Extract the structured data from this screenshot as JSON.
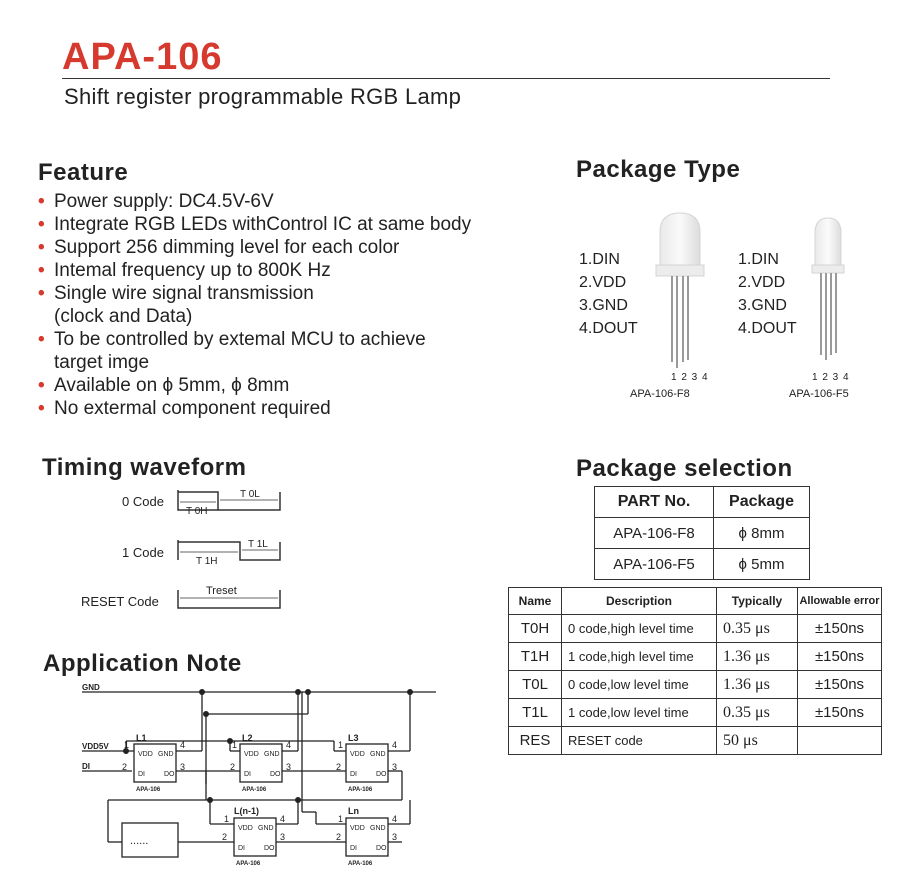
{
  "header": {
    "title": "APA-106",
    "subtitle": "Shift register programmable RGB Lamp"
  },
  "feature": {
    "heading": "Feature",
    "bullet": "•",
    "items": [
      "Power supply: DC4.5V-6V",
      "Integrate RGB LEDs withControl IC at same body",
      "Support 256 dimming level for each color",
      "Intemal frequency up to 800K Hz",
      "Single wire signal transmission",
      "(clock and Data)",
      "To be controlled by extemal MCU to achieve",
      "target imge",
      "Available on ϕ 5mm, ϕ 8mm",
      "No extermal component required"
    ]
  },
  "package_type": {
    "heading": "Package Type",
    "f8": {
      "pins": [
        "1.DIN",
        "2.VDD",
        "3.GND",
        "4.DOUT"
      ],
      "pin_numbers": "1 2 3 4",
      "caption": "APA-106-F8"
    },
    "f5": {
      "pins": [
        "1.DIN",
        "2.VDD",
        "3.GND",
        "4.DOUT"
      ],
      "pin_numbers": "1 2 3 4",
      "caption": "APA-106-F5"
    }
  },
  "timing": {
    "heading": "Timing waveform",
    "code0": {
      "label": "0 Code",
      "high": "T 0H",
      "low": "T 0L"
    },
    "code1": {
      "label": "1 Code",
      "high": "T 1H",
      "low": "T 1L"
    },
    "reset": {
      "label": "RESET Code",
      "span": "Treset"
    }
  },
  "selection": {
    "heading": "Package selection",
    "columns": [
      "PART No.",
      "Package"
    ],
    "rows": [
      [
        "APA-106-F8",
        "ϕ 8mm"
      ],
      [
        "APA-106-F5",
        "ϕ 5mm"
      ]
    ]
  },
  "timing_table": {
    "columns": [
      "Name",
      "Description",
      "Typically",
      "Allowable error"
    ],
    "rows": [
      [
        "T0H",
        "0 code,high level time",
        "0.35 μs",
        "±150ns"
      ],
      [
        "T1H",
        "1 code,high level time",
        "1.36 μs",
        "±150ns"
      ],
      [
        "T0L",
        "0 code,low level time",
        "1.36 μs",
        "±150ns"
      ],
      [
        "T1L",
        "1 code,low level time",
        "0.35 μs",
        "±150ns"
      ],
      [
        "RES",
        "RESET code",
        "50 μs",
        ""
      ]
    ]
  },
  "application": {
    "heading": "Application Note",
    "gnd": "GND",
    "vdd": "VDD5V",
    "di": "DI",
    "chips": [
      {
        "name": "L1",
        "part": "APA-106",
        "vdd": "VDD",
        "gnd": "GND",
        "di": "DI",
        "do": "DO",
        "p1": "1",
        "p2": "2",
        "p3": "3",
        "p4": "4"
      },
      {
        "name": "L2",
        "part": "APA-106",
        "vdd": "VDD",
        "gnd": "GND",
        "di": "DI",
        "do": "DO",
        "p1": "1",
        "p2": "2",
        "p3": "3",
        "p4": "4"
      },
      {
        "name": "L3",
        "part": "APA-106",
        "vdd": "VDD",
        "gnd": "GND",
        "di": "DI",
        "do": "DO",
        "p1": "1",
        "p2": "2",
        "p3": "3",
        "p4": "4"
      },
      {
        "name": "L(n-1)",
        "part": "APA-106",
        "vdd": "VDD",
        "gnd": "GND",
        "di": "DI",
        "do": "DO",
        "p1": "1",
        "p2": "2",
        "p3": "3",
        "p4": "4"
      },
      {
        "name": "Ln",
        "part": "APA-106",
        "vdd": "VDD",
        "gnd": "GND",
        "di": "DI",
        "do": "DO",
        "p1": "1",
        "p2": "2",
        "p3": "3",
        "p4": "4"
      }
    ],
    "ellipsis": "......"
  },
  "colors": {
    "accent": "#d63a2e",
    "text": "#222222",
    "line": "#333333"
  }
}
